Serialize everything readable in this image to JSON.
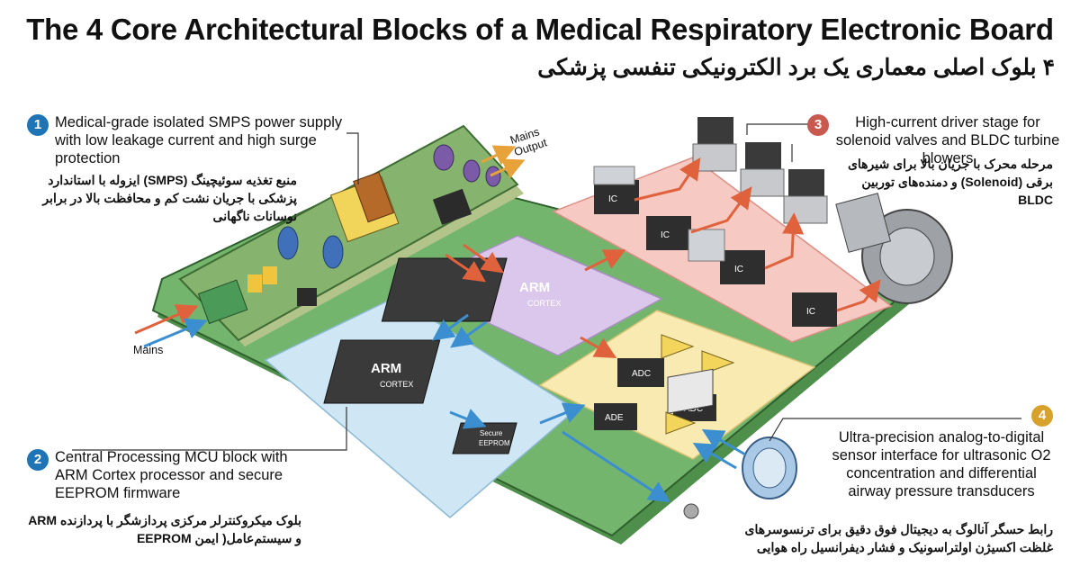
{
  "title": "The 4 Core Architectural Blocks of a Medical Respiratory Electronic Board",
  "subtitle": "۴ بلوک اصلی معماری یک برد الکترونیکی تنفسی پزشکی",
  "colors": {
    "badge1": "#1f74b6",
    "badge2": "#1f74b6",
    "badge3": "#c8594f",
    "badge4": "#d6a22c",
    "pcb": "#6fae69",
    "zone_power": "#f3e6a4",
    "zone_mcu": "#cfe8f5",
    "zone_driver": "#f7c8c4",
    "zone_sensor": "#f8ecb2",
    "zone_purple": "#d9c7ea"
  },
  "blocks": [
    {
      "number": "1",
      "en": "Medical-grade isolated SMPS power supply with low leakage current and high surge protection",
      "fa": "منبع تغذیه سوئیچینگ (SMPS) ایزوله با استاندارد پزشکی با جریان نشت کم و محافظت بالا در برابر نوسانات ناگهانی"
    },
    {
      "number": "2",
      "en": "Central Processing MCU block with ARM Cortex  processor and secure EEPROM firmware",
      "fa": "بلوک میکروکنترلر مرکزی پردازشگر با پردازنده ARM و سیستم‌عامل( ایمن EEPROM"
    },
    {
      "number": "3",
      "en": "High-current driver stage for solenoid valves and BLDC turbine blowers",
      "fa": "مرحله محرک با جریان بالا برای شیرهای برقی (Solenoid) و دمنده‌های توربین BLDC"
    },
    {
      "number": "4",
      "en": "Ultra-precision analog-to-digital sensor interface for ultrasonic O2 concentration and differential airway pressure transducers",
      "fa": "رابط حسگر آنالوگ به دیجیتال فوق دقیق برای ترنسوسرهای غلظت اکسیژن اولتراسونیک و فشار دیفرانسیل راه هوایی"
    }
  ],
  "labels": {
    "mains_output": "Mains Output",
    "mains": "Mains",
    "arm": "ARM",
    "cortex": "CORTEX",
    "secure": "Secure",
    "eeprom": "EEPROM",
    "ic": "IC",
    "adc": "ADC",
    "ade": "ADE"
  }
}
